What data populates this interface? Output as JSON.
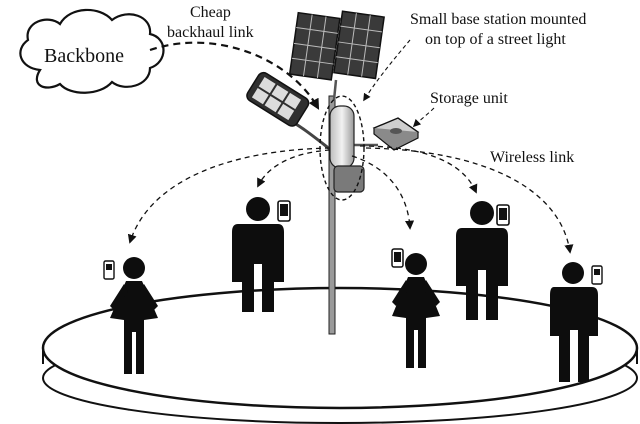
{
  "labels": {
    "backbone": "Backbone",
    "backhaul_line1": "Cheap",
    "backhaul_line2": "backhaul link",
    "station_line1": "Small base station mounted",
    "station_line2": "on top of a street light",
    "storage": "Storage unit",
    "wireless": "Wireless link"
  },
  "colors": {
    "ink": "#111111",
    "person": "#0d0d0d",
    "platform": "#ffffff",
    "panel": "#3a3a3a"
  }
}
